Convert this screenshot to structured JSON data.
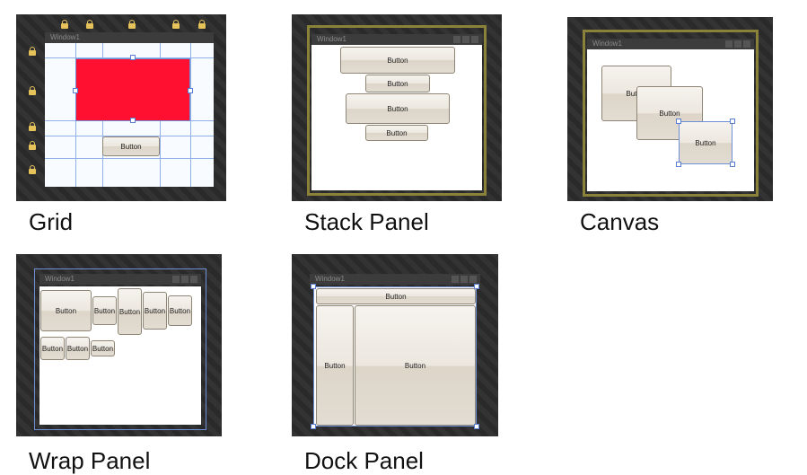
{
  "panels": {
    "grid": {
      "caption": "Grid",
      "window_title": "Window1",
      "button": "Button"
    },
    "stack": {
      "caption": "Stack Panel",
      "window_title": "Window1",
      "buttons": [
        "Button",
        "Button",
        "Button",
        "Button"
      ]
    },
    "canvas": {
      "caption": "Canvas",
      "window_title": "Window1",
      "buttons": [
        "Button",
        "Button",
        "Button"
      ]
    },
    "wrap": {
      "caption": "Wrap Panel",
      "window_title": "Window1",
      "buttons": [
        "Button",
        "Button",
        "Button",
        "Button",
        "Button",
        "Button",
        "Button",
        "Button"
      ]
    },
    "dock": {
      "caption": "Dock Panel",
      "window_title": "Window1",
      "buttons": [
        "Button",
        "Button",
        "Button"
      ]
    }
  },
  "colors": {
    "red_fill": "#ff1030",
    "gold_border": "#8a8238",
    "selection": "#6f8fd6"
  },
  "icons": [
    "lock-icon"
  ]
}
